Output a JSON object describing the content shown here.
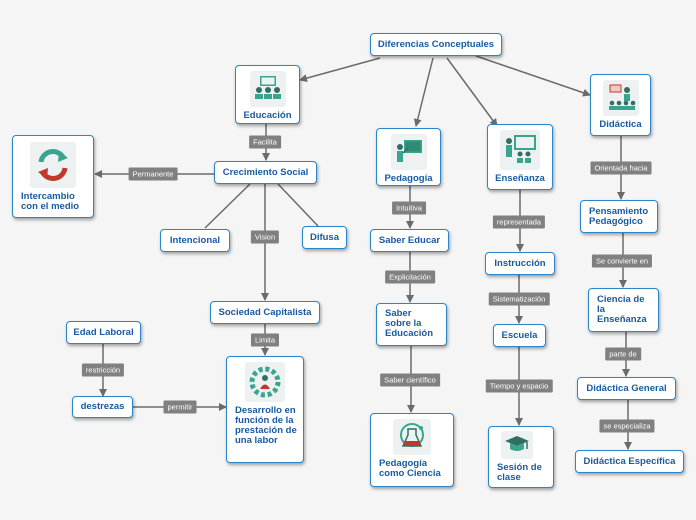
{
  "nodes": {
    "diferencias": "Diferencias Conceptuales",
    "educacion": "Educación",
    "pedagogia": "Pedagogía",
    "ensenanza": "Enseñanza",
    "didactica": "Didáctica",
    "crecimiento": "Crecimiento Social",
    "intercambio": "Intercambio con el medio",
    "intencional": "Intencional",
    "difusa": "Difusa",
    "sociedad": "Sociedad Capitalista",
    "desarrollo": "Desarrollo en función de la prestación de una labor",
    "edad": "Edad Laboral",
    "destrezas": "destrezas",
    "saber_educar": "Saber Educar",
    "saber_sobre": "Saber sobre la Educación",
    "pedagogia_ciencia": "Pedagogía como Ciencia",
    "instruccion": "Instrucción",
    "escuela": "Escuela",
    "sesion": "Sesión de clase",
    "pensamiento": "Pensamiento Pedagógico",
    "ciencia_ensenanza": "Ciencia de la Enseñanza",
    "didactica_general": "Didáctica General",
    "didactica_especifica": "Didáctica Específica"
  },
  "edge_labels": {
    "facilita": "Facilita",
    "permanente": "Permanente",
    "vision": "Vision",
    "limita": "Limita",
    "restriccion": "restricción",
    "permitir": "permitir",
    "intuitiva": "Intuitiva",
    "explicitacion": "Explicitación",
    "saber_cientifico": "Saber científico",
    "representada": "representada",
    "sistematizacion": "Sistematización",
    "tiempo_espacio": "Tiempo y espacio",
    "orientada_hacia": "Orientada hacia",
    "se_convierte_en": "Se convierte en",
    "parte_de": "parte de",
    "se_especializa": "se especializa"
  },
  "icons": {
    "educacion": "classroom-icon",
    "pedagogia": "teacher-board-icon",
    "ensenanza": "teacher-students-icon",
    "didactica": "lecture-audience-icon",
    "intercambio": "exchange-arrows-icon",
    "desarrollo": "worker-gear-icon",
    "pedagogia_ciencia": "science-flask-icon",
    "sesion": "graduation-cap-icon"
  },
  "colors": {
    "node_border": "#2a86c8",
    "node_text": "#1a5aa0",
    "edge": "#6b6b6b",
    "edge_label_bg": "#808080",
    "icon_teal": "#3aa58f",
    "background": "#f5f5f5"
  }
}
